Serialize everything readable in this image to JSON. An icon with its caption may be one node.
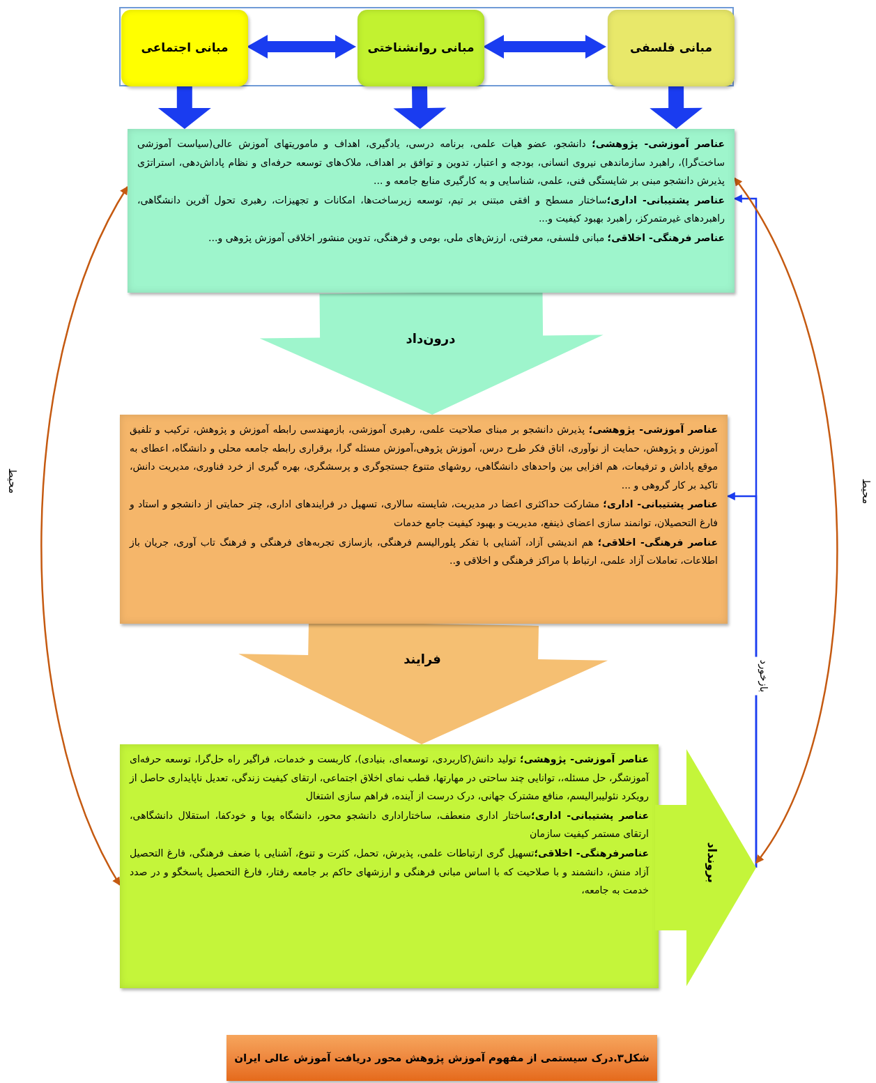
{
  "diagram": {
    "caption": "شکل۳.درک سیستمی از مفهوم آموزش پژوهش محور دریافت آموزش عالی ایران",
    "nodes": [
      {
        "text": [],
        "shape": "box"
      },
      {
        "text": [
          "مبانی فلسفی"
        ],
        "in": 0
      },
      {
        "text": [
          "مبانی روانشناختی"
        ],
        "in": 0
      },
      {
        "text": [
          "مبانی اجتماعی"
        ],
        "in": 0
      },
      {
        "text": [
          "**عناصر آموزشی- پژوهشی؛** دانشجو، عضو هیات علمی، برنامه درسی، یادگیری، اهداف و ماموریتهای آموزش عالی(سیاست آموزشی ساخت‌گرا)، راهبرد سازماندهی نیروی انسانی، بودجه و اعتبار، تدوین و توافق بر اهداف، ملاک‌های توسعه حرفه‌ای و نظام پاداش‌دهی، استراتژی پذیرش دانشجو مبنی بر شایستگی فنی، علمی، شناسایی و به کارگیری منابع جامعه و ...",
          "**عناصر پشتیبانی- اداری؛**ساختار مسطح و افقی مبتنی بر تیم، توسعه زیرساخت‌ها، امکانات و تجهیزات، رهبری تحول آفرین دانشگاهی، راهبردهای غیرمتمرکز، راهبرد بهبود کیفیت و...",
          "**عناصر فرهنگی- اخلاقی؛** مبانی فلسفی، معرفتی، ارزش‌های ملی، بومی و فرهنگی، تدوین منشور اخلاقی آموزش پژوهی و..."
        ]
      },
      {
        "text": [
          "**عناصر آموزشی- پژوهشی؛** پذیرش دانشجو بر مبنای صلاحیت علمی، رهبری آموزشی، بازمهندسی رابطه آموزش و پژوهش، ترکیب و تلفیق آموزش و پژوهش، حمایت از نوآوری، اتاق فکر طرح درس، آموزش پژوهی،آموزش مسئله گرا، برقراری رابطه جامعه محلی و دانشگاه، اعطای به موقع پاداش و ترفیعات، هم افزایی بین واحدهای دانشگاهی، روشهای متنوع جستجوگری و پرسشگری، بهره گیری از خرد فناوری، مدیریت دانش، تاکید بر کار گروهی و ...",
          "**عناصر پشتیبانی- اداری؛** مشارکت حداکثری اعضا در مدیریت، شایسته سالاری، تسهیل در فرایندهای اداری، چتر حمایتی از دانشجو و استاد و فارغ التحصیلان، توانمند سازی اعضای ذینفع، مدیریت و بهبود کیفیت جامع خدمات",
          "**عناصر فرهنگی- اخلاقی؛** هم اندیشی آزاد، آشنایی با تفکر پلورالیسم فرهنگی، بازسازی تجربه‌های فرهنگی و فرهنگ تاب آوری، جریان باز اطلاعات، تعاملات آزاد علمی، ارتباط با مراکز فرهنگی و اخلاقی و.."
        ]
      },
      {
        "text": [
          "**عناصر آموزشی- پژوهشی؛** تولید دانش(کاربردی، توسعه‌ای، بنیادی)، کاربست و خدمات، فراگیر راه حل‌گرا، توسعه حرفه‌ای آموزشگر، حل مسئله،، توانایی چند ساحتی در مهارتها، قطب نمای اخلاق اجتماعی، ارتقای کیفیت زندگی، تعدیل ناپایداری حاصل از رویکرد نئولیبرالیسم، منافع مشترک جهانی، درک درست از آینده، فراهم سازی اشتغال",
          "**عناصر پشتیبانی- اداری؛**ساختار اداری منعطف، ساختاراداری دانشجو محور، دانشگاه پویا و خودکفا، استقلال دانشگاهی، ارتقای مستمر کیفیت سازمان",
          "**عناصرفرهنگی- اخلاقی؛**تسهیل گری ارتباطات علمی، پذیرش، تحمل، کثرت و تنوع، آشنایی با ضعف فرهنگی، فارغ التحصیل آزاد منش، دانشمند و با صلاحیت که با اساس مبانی فرهنگی و ارزشهای حاکم بر جامعه رفتار، فارغ التحصیل پاسخگو و در صدد خدمت به جامعه،"
        ]
      },
      {
        "text": [
          "برونداد"
        ]
      }
    ],
    "edges": [
      {
        "from": 1,
        "to": 2,
        "arrow": "both",
        "style": "thick"
      },
      {
        "from": 2,
        "to": 3,
        "arrow": "both",
        "style": "thick"
      },
      {
        "from": 1,
        "to": 4,
        "arrow": "to",
        "style": "thick"
      },
      {
        "from": 2,
        "to": 4,
        "arrow": "to",
        "style": "thick"
      },
      {
        "from": 3,
        "to": 4,
        "arrow": "to",
        "style": "thick"
      },
      {
        "from": 7,
        "to": 4,
        "arrow": "to",
        "label": "بازخورد"
      },
      {
        "from": 7,
        "to": 5,
        "arrow": "to"
      },
      {
        "from": 4,
        "to": 6,
        "arrow": "both",
        "label": "محیط",
        "color": "#c55a11"
      },
      {
        "from": 4,
        "to": 7,
        "arrow": "both",
        "label": "محیط",
        "color": "#c55a11"
      },
      {
        "from": 4,
        "to": 5,
        "arrow": "to",
        "label": "درون‌داد",
        "style": "thick",
        "color": "#9ef5cc"
      },
      {
        "from": 5,
        "to": 6,
        "arrow": "to",
        "label": "فرایند",
        "style": "thick",
        "color": "#f5bf72"
      }
    ]
  }
}
